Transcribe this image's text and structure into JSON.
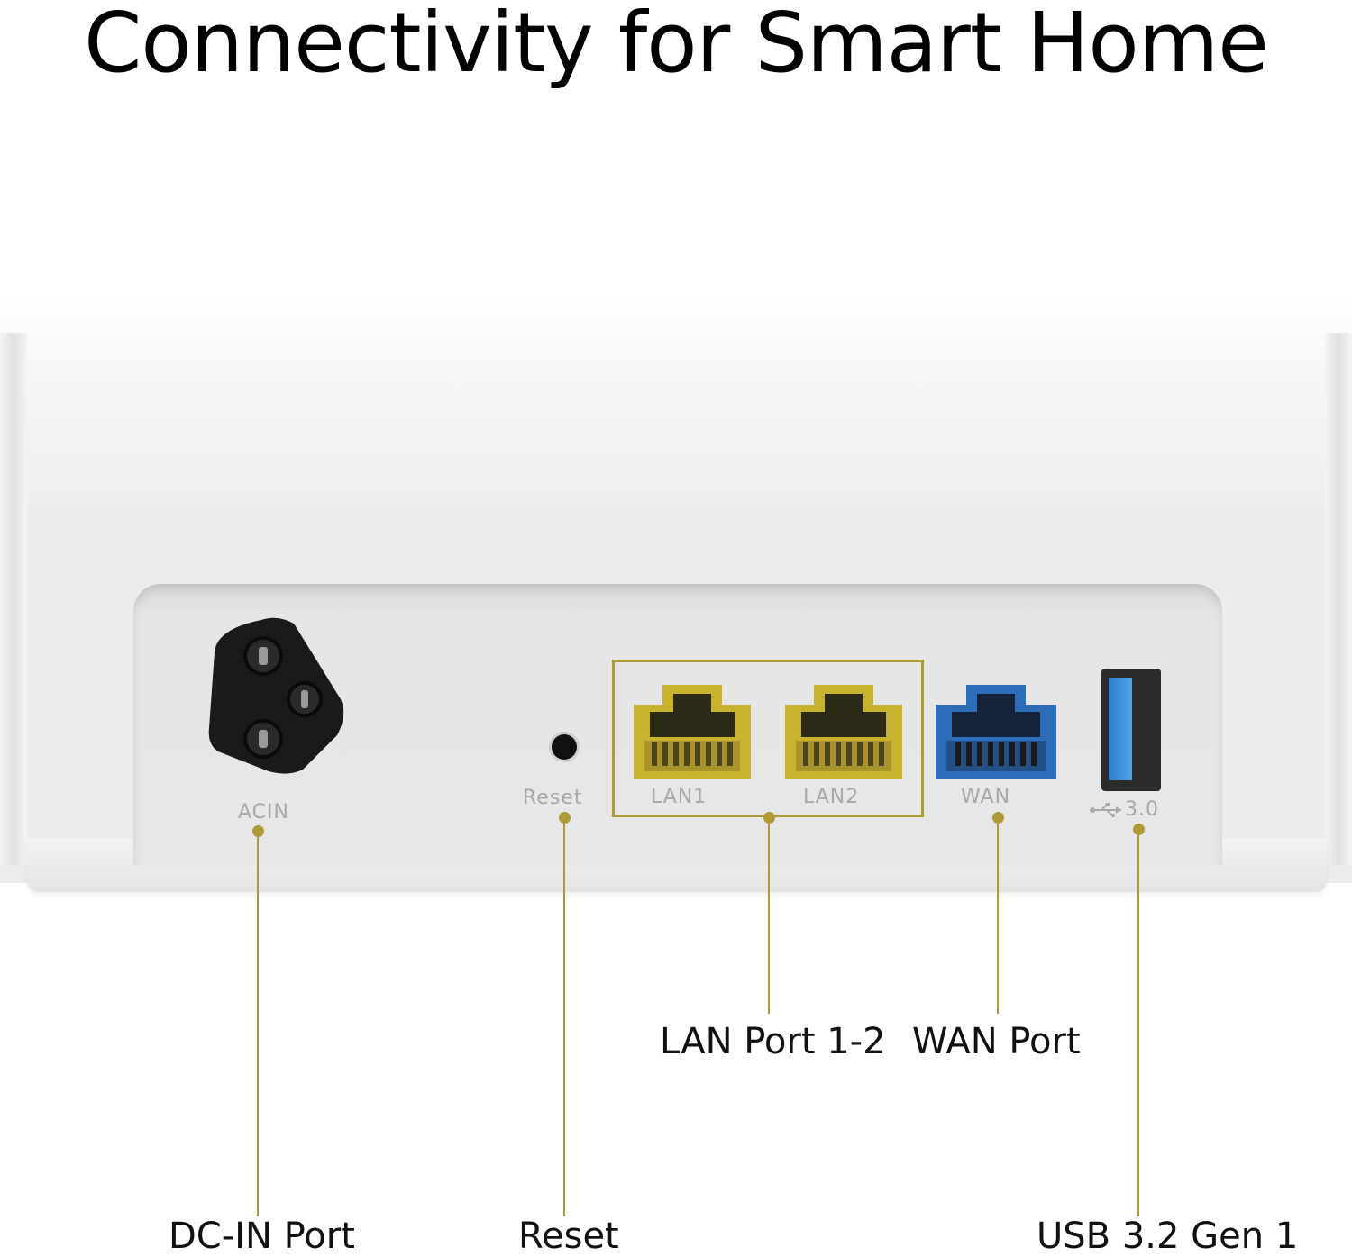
{
  "headline": "Connectivity for Smart Home",
  "accent_color": "#b09a35",
  "device": {
    "ports": [
      {
        "silk_label": "ACIN",
        "icon": "ac-power-inlet-icon"
      },
      {
        "silk_label": "Reset",
        "icon": "reset-pinhole-icon"
      },
      {
        "silk_label": "LAN1",
        "icon": "ethernet-port-icon",
        "color": "#c9b22e"
      },
      {
        "silk_label": "LAN2",
        "icon": "ethernet-port-icon",
        "color": "#c9b22e"
      },
      {
        "silk_label": "WAN",
        "icon": "ethernet-port-icon",
        "color": "#2c6cb8"
      },
      {
        "silk_label": "3.0",
        "icon": "usb-port-icon",
        "color": "#3a8fd8"
      }
    ]
  },
  "callouts": {
    "dcin": "DC-IN Port",
    "reset": "Reset",
    "lan": "LAN Port 1-2",
    "wan": "WAN Port",
    "usb": "USB 3.2 Gen 1"
  }
}
